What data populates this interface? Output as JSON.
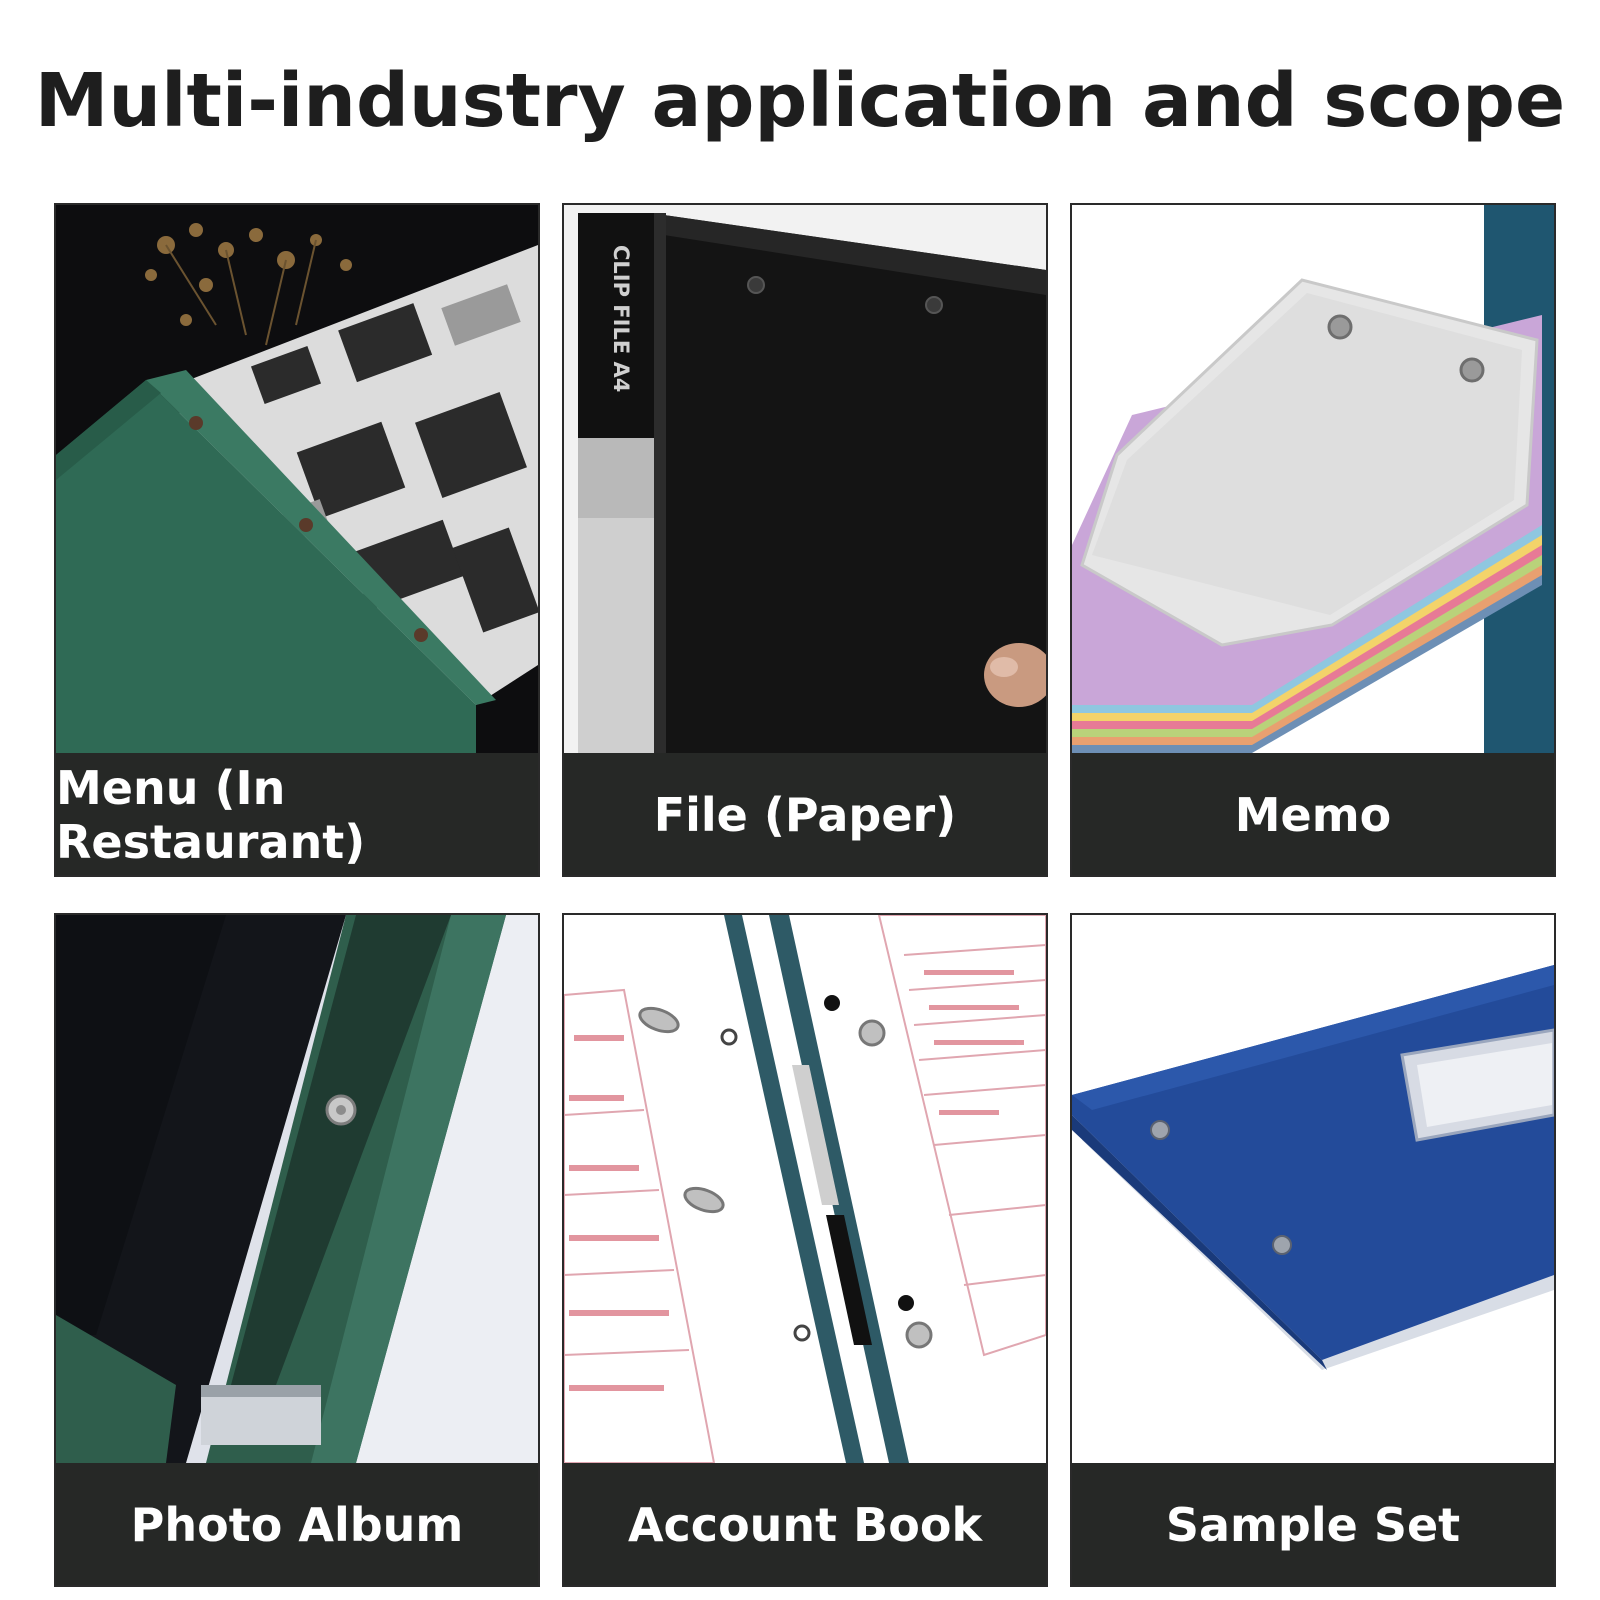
{
  "title": "Multi-industry application and scope",
  "cards": [
    {
      "label": "Menu (In Restaurant)"
    },
    {
      "label": "File (Paper)",
      "spine_text": "CLIP FILE A4"
    },
    {
      "label": "Memo"
    },
    {
      "label": "Photo Album"
    },
    {
      "label": "Account Book"
    },
    {
      "label": "Sample Set"
    }
  ],
  "colors": {
    "label_bg": "#262826",
    "label_text": "#ffffff",
    "title_text": "#1e1e1e",
    "menu_folder": "#2f6a55",
    "sample_folder": "#234b9a"
  }
}
